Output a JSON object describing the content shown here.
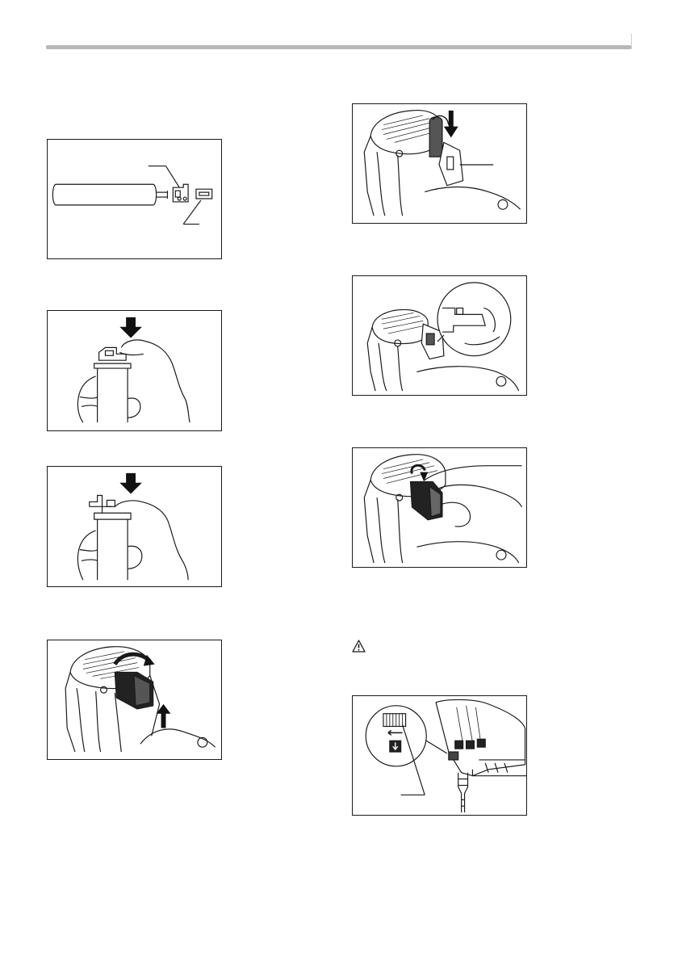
{
  "page": {
    "figures": [
      {
        "name": "figure-refill-parts",
        "icon": "gas-refill-parts-diagram"
      },
      {
        "name": "figure-press-cap",
        "icon": "press-cap-hand"
      },
      {
        "name": "figure-press-adapter",
        "icon": "press-adapter-hand"
      },
      {
        "name": "figure-close-cover",
        "icon": "close-cover-tool"
      },
      {
        "name": "figure-insert-cartridge",
        "icon": "insert-cartridge-tool"
      },
      {
        "name": "figure-cartridge-detail",
        "icon": "cartridge-detail-tool"
      },
      {
        "name": "figure-open-cover",
        "icon": "open-cover-hand"
      },
      {
        "name": "figure-depth-adjuster",
        "icon": "depth-adjuster-dial"
      }
    ],
    "warning_icon": "warning-triangle-icon",
    "colors": {
      "line": "#1a1a1a",
      "bar": "#b8b8b8",
      "shade": "#8a8a8a"
    }
  }
}
